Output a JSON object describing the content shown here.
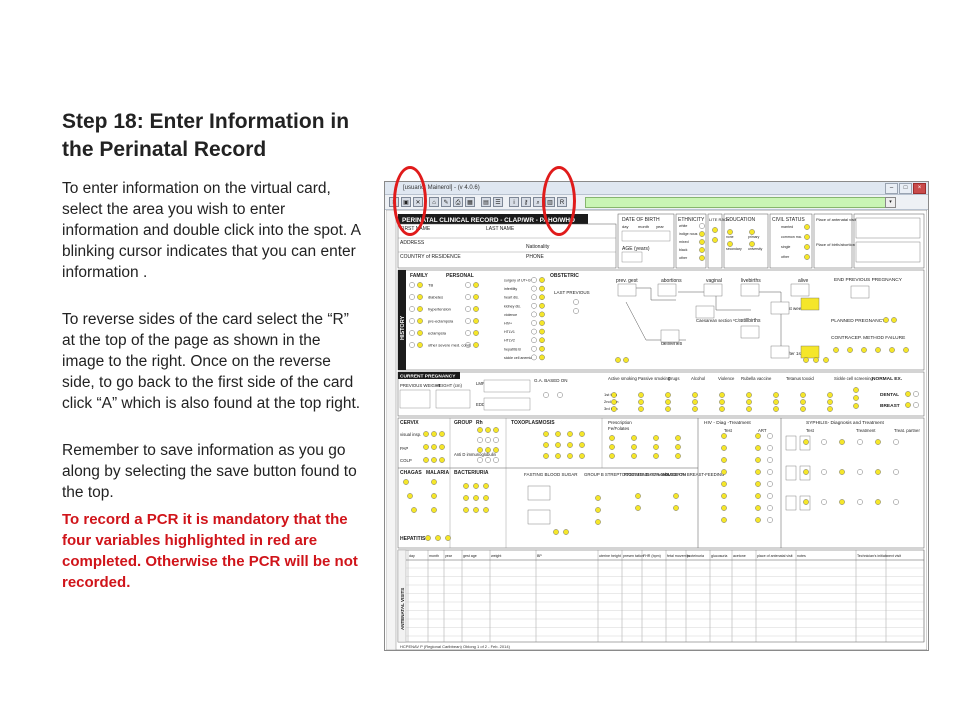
{
  "slide": {
    "title": "Step 18: Enter Information in the Perinatal Record",
    "para1": "To enter information on the virtual card, select the area you wish to enter information and double click into the spot. A blinking cursor indicates that you can enter information .",
    "para2": "To reverse sides of the card select the “R” at the top of the page as shown in the image to the right. Once on the reverse side, to go back to the first side of the card click “A” which is also found at the top right.",
    "para3": "Remember to save information as you go along by selecting the save button found to the top.",
    "red_note": "To record a PCR it is mandatory that the four variables highlighted in red are completed.  Otherwise the PCR will be not recorded.",
    "accent_color": "#d0141a"
  },
  "app": {
    "window_title": "[usuario: Mainerol]  -  (v 4.0.6)",
    "toolbar": {
      "save_label": "▣",
      "r_button_label": "R",
      "dropdown_label": "▾"
    },
    "form": {
      "header": "PERINATAL CLINICAL RECORD - CLAP/WR - PAHO/WHO",
      "first_name": "FIRST NAME",
      "last_name": "LAST NAME",
      "address": "ADDRESS",
      "nationality": "Nationality",
      "country": "COUNTRY of RESIDENCE",
      "phone": "PHONE",
      "date_of_birth": "DATE OF BIRTH",
      "dob_cols": [
        "day",
        "month",
        "year"
      ],
      "age": "AGE (years)",
      "ethnicity": "ETHNICITY",
      "ethnicity_opts": [
        "white",
        "indige nous",
        "mixed",
        "black",
        "other"
      ],
      "literacy": "LITE RACY",
      "education": "EDUCATION",
      "education_opts": [
        "none",
        "primary",
        "secondary",
        "university",
        "years in highest level"
      ],
      "civil_status": "CIVIL STATUS",
      "civil_opts": [
        "married",
        "common ma.",
        "single",
        "other"
      ],
      "place_antenatal": "Place of antenatal visits",
      "place_birth": "Place of birth/abortion",
      "family": "FAMILY",
      "personal": "PERSONAL",
      "history_conditions": [
        "TB",
        "diabetes",
        "hypertension",
        "pre-eclampsia",
        "eclampsia",
        "other severe med. cond."
      ],
      "personal_conditions": [
        "surgery of UT+GT",
        "infertility",
        "heart dis.",
        "kidney dis.",
        "violence",
        "HIV+",
        "HTLV1",
        "HTLV2",
        "hepatitis B",
        "sickle cell anemia"
      ],
      "obstetric": "OBSTETRIC",
      "prev_gest": "prev. gest",
      "abortions": "abortions",
      "vaginal": "vaginal",
      "livebirths": "livebirths",
      "alive": "alive",
      "last_previous": "LAST PREVIOUS",
      "deliveries": "deliveries",
      "caesarean": "Caesarean section ºC/S",
      "stillbirths": "stillbirths",
      "died_1st_week": "died 1st week",
      "died_after": "died after 1st week",
      "end_prev_preg": "END PREVIOUS PREGNANCY",
      "planned_preg": "PLANNED PREGNANCY",
      "contracep": "CONTRACEP. METHOD FAILURE",
      "current_preg": "CURRENT PREGNANCY",
      "previous_weight": "PREVIOUS WEIGHT",
      "height": "HEIGHT (cm)",
      "lmp": "LMP",
      "edd": "EDD",
      "ga_based_on": "G.A. BASED ON",
      "active_smoking": "Active smoking",
      "passive_smoking": "Passive smoking",
      "drugs": "Drugs",
      "alcohol": "Alcohol",
      "violence": "Violence",
      "rubella": "Rubella vaccine",
      "tetanus": "Tetanus toxoid",
      "sickle_screen": "Sickle cell screening",
      "normal_ex": "NORMAL EX.",
      "dental": "DENTAL",
      "breast": "BREAST",
      "trimesters": [
        "1st trim",
        "2nd trim",
        "3rd trim"
      ],
      "cervix": "CERVIX",
      "cervix_rows": [
        "visual insp.",
        "PAP",
        "COLP"
      ],
      "group": "GROUP",
      "rh": "Rh",
      "anti_d": "Anti D immunoglobulin",
      "toxoplasmosis": "TOXOPLASMOSIS",
      "prescription": "Prescription",
      "fe_folates": "Fe/Folates",
      "hiv_diag": "HIV - Diag -Treatment",
      "syphilis": "SYPHILIS- Diagnosis and Treatment",
      "test": "Test",
      "art": "ART",
      "treatment": "Treatment",
      "treat_partner": "Treat. partner",
      "chagas": "CHAGAS",
      "malaria": "MALARIA",
      "bacteriuria": "BACTERIURIA",
      "fasting": "FASTING BLOOD SUGAR",
      "group_b": "GROUP B STREPTOCOCCUS 35-37 weeks",
      "preparing": "PREPARING FOR CHILDBIRTH",
      "advice_bf": "ADVICE ON BREAST-FEEDING",
      "hepatitis_b": "HEPATITIS B",
      "visits_header": [
        "day",
        "month",
        "year",
        "gest age",
        "weight",
        "BP",
        "uterine height",
        "presen tation",
        "FHR (bpm)",
        "fetal movem'ts",
        "proteinuria",
        "glucosuria",
        "acetone",
        "place of antenatal visit",
        "notes",
        "Technician's initials",
        "next visit"
      ],
      "antenatal_visits": "ANTENATAL VISITS",
      "history_side": "HISTORY",
      "footer": "HCPENAV P (Regional Caribbean) Oblong 1 of 2 - Feb. 2014)"
    }
  }
}
